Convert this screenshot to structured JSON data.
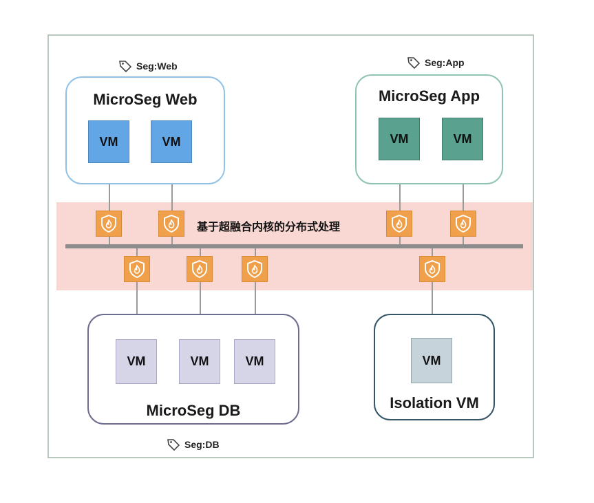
{
  "band_label": "基于超融合内核的分布式处理",
  "groups": {
    "web": {
      "title": "MicroSeg Web",
      "tag": "Seg:Web",
      "vms": [
        "VM",
        "VM"
      ]
    },
    "app": {
      "title": "MicroSeg App",
      "tag": "Seg:App",
      "vms": [
        "VM",
        "VM"
      ]
    },
    "db": {
      "title": "MicroSeg DB",
      "tag": "Seg:DB",
      "vms": [
        "VM",
        "VM",
        "VM"
      ]
    },
    "iso": {
      "title": "Isolation VM",
      "vms": [
        "VM"
      ]
    }
  },
  "icons": {
    "firewall": "shield-flame-icon",
    "tag": "tag-icon"
  },
  "colors": {
    "band": "#f9d8d4",
    "firewall": "#f0a04a",
    "web_vm": "#62a6e6",
    "app_vm": "#5aa190",
    "db_vm": "#d6d4e7",
    "iso_vm": "#c7d3da"
  }
}
